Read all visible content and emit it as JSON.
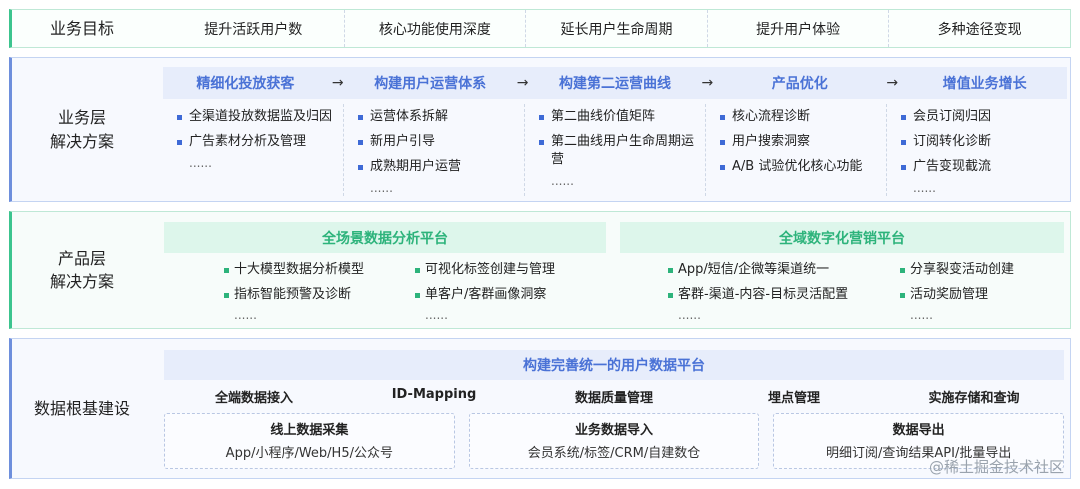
{
  "goals": {
    "label": "业务目标",
    "items": [
      "提升活跃用户数",
      "核心功能使用深度",
      "延长用户生命周期",
      "提升用户体验",
      "多种途径变现"
    ]
  },
  "biz": {
    "label": "业务层\n解决方案",
    "arrow": "→",
    "columns": [
      {
        "title": "精细化投放获客",
        "items": [
          "全渠道投放数据监及归因",
          "广告素材分析及管理"
        ],
        "more": "......"
      },
      {
        "title": "构建用户运营体系",
        "items": [
          "运营体系拆解",
          "新用户引导",
          "成熟期用户运营"
        ],
        "more": "......"
      },
      {
        "title": "构建第二运营曲线",
        "items": [
          "第二曲线价值矩阵",
          "第二曲线用户生命周期运营"
        ],
        "more": "......"
      },
      {
        "title": "产品优化",
        "items": [
          "核心流程诊断",
          "用户搜索洞察",
          "A/B 试验优化核心功能"
        ],
        "more": "......"
      },
      {
        "title": "增值业务增长",
        "items": [
          "会员订阅归因",
          "订阅转化诊断",
          "广告变现截流"
        ],
        "more": "......"
      }
    ]
  },
  "prod": {
    "label": "产品层\n解决方案",
    "left": {
      "title": "全场景数据分析平台",
      "items": [
        "十大模型数据分析模型",
        "可视化标签创建与管理",
        "指标智能预警及诊断",
        "单客户/客群画像洞察"
      ],
      "more": "......"
    },
    "right": {
      "title": "全域数字化营销平台",
      "items": [
        "App/短信/企微等渠道统一",
        "分享裂变活动创建",
        "客群-渠道-内容-目标灵活配置",
        "活动奖励管理"
      ],
      "more": "......"
    }
  },
  "data": {
    "label": "数据根基建设",
    "title": "构建完善统一的用户数据平台",
    "caps": [
      "全端数据接入",
      "ID-Mapping",
      "数据质量管理",
      "埋点管理",
      "实施存储和查询"
    ],
    "boxes": [
      {
        "title": "线上数据采集",
        "sub": "App/小程序/Web/H5/公众号"
      },
      {
        "title": "业务数据导入",
        "sub": "会员系统/标签/CRM/自建数仓"
      },
      {
        "title": "数据导出",
        "sub": "明细订阅/查询结果API/批量导出"
      }
    ]
  },
  "watermark": "@稀土掘金技术社区"
}
